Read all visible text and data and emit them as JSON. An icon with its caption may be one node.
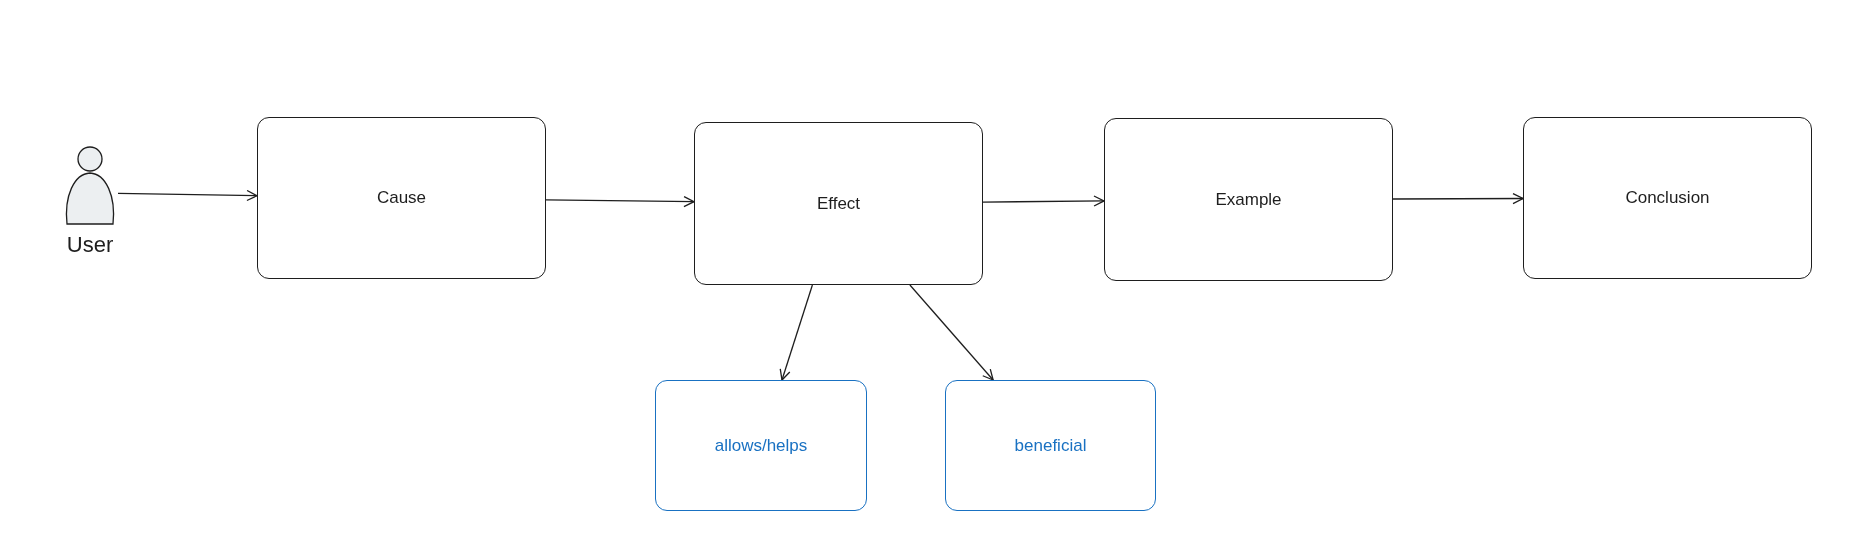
{
  "diagram": {
    "nodes": [
      {
        "text": [
          "User"
        ]
      },
      {
        "text": [
          "Cause"
        ]
      },
      {
        "text": [
          "Effect"
        ]
      },
      {
        "text": [
          "Example"
        ]
      },
      {
        "text": [
          "Conclusion"
        ]
      },
      {
        "text": [
          "allows/helps"
        ]
      },
      {
        "text": [
          "beneficial"
        ]
      }
    ],
    "edges": [
      {
        "from": 0,
        "to": 1,
        "arrow": "to"
      },
      {
        "from": 1,
        "to": 2,
        "arrow": "to"
      },
      {
        "from": 2,
        "to": 3,
        "arrow": "to"
      },
      {
        "from": 3,
        "to": 4,
        "arrow": "to"
      },
      {
        "from": 2,
        "to": 5,
        "arrow": "to"
      },
      {
        "from": 2,
        "to": 6,
        "arrow": "to"
      }
    ]
  }
}
